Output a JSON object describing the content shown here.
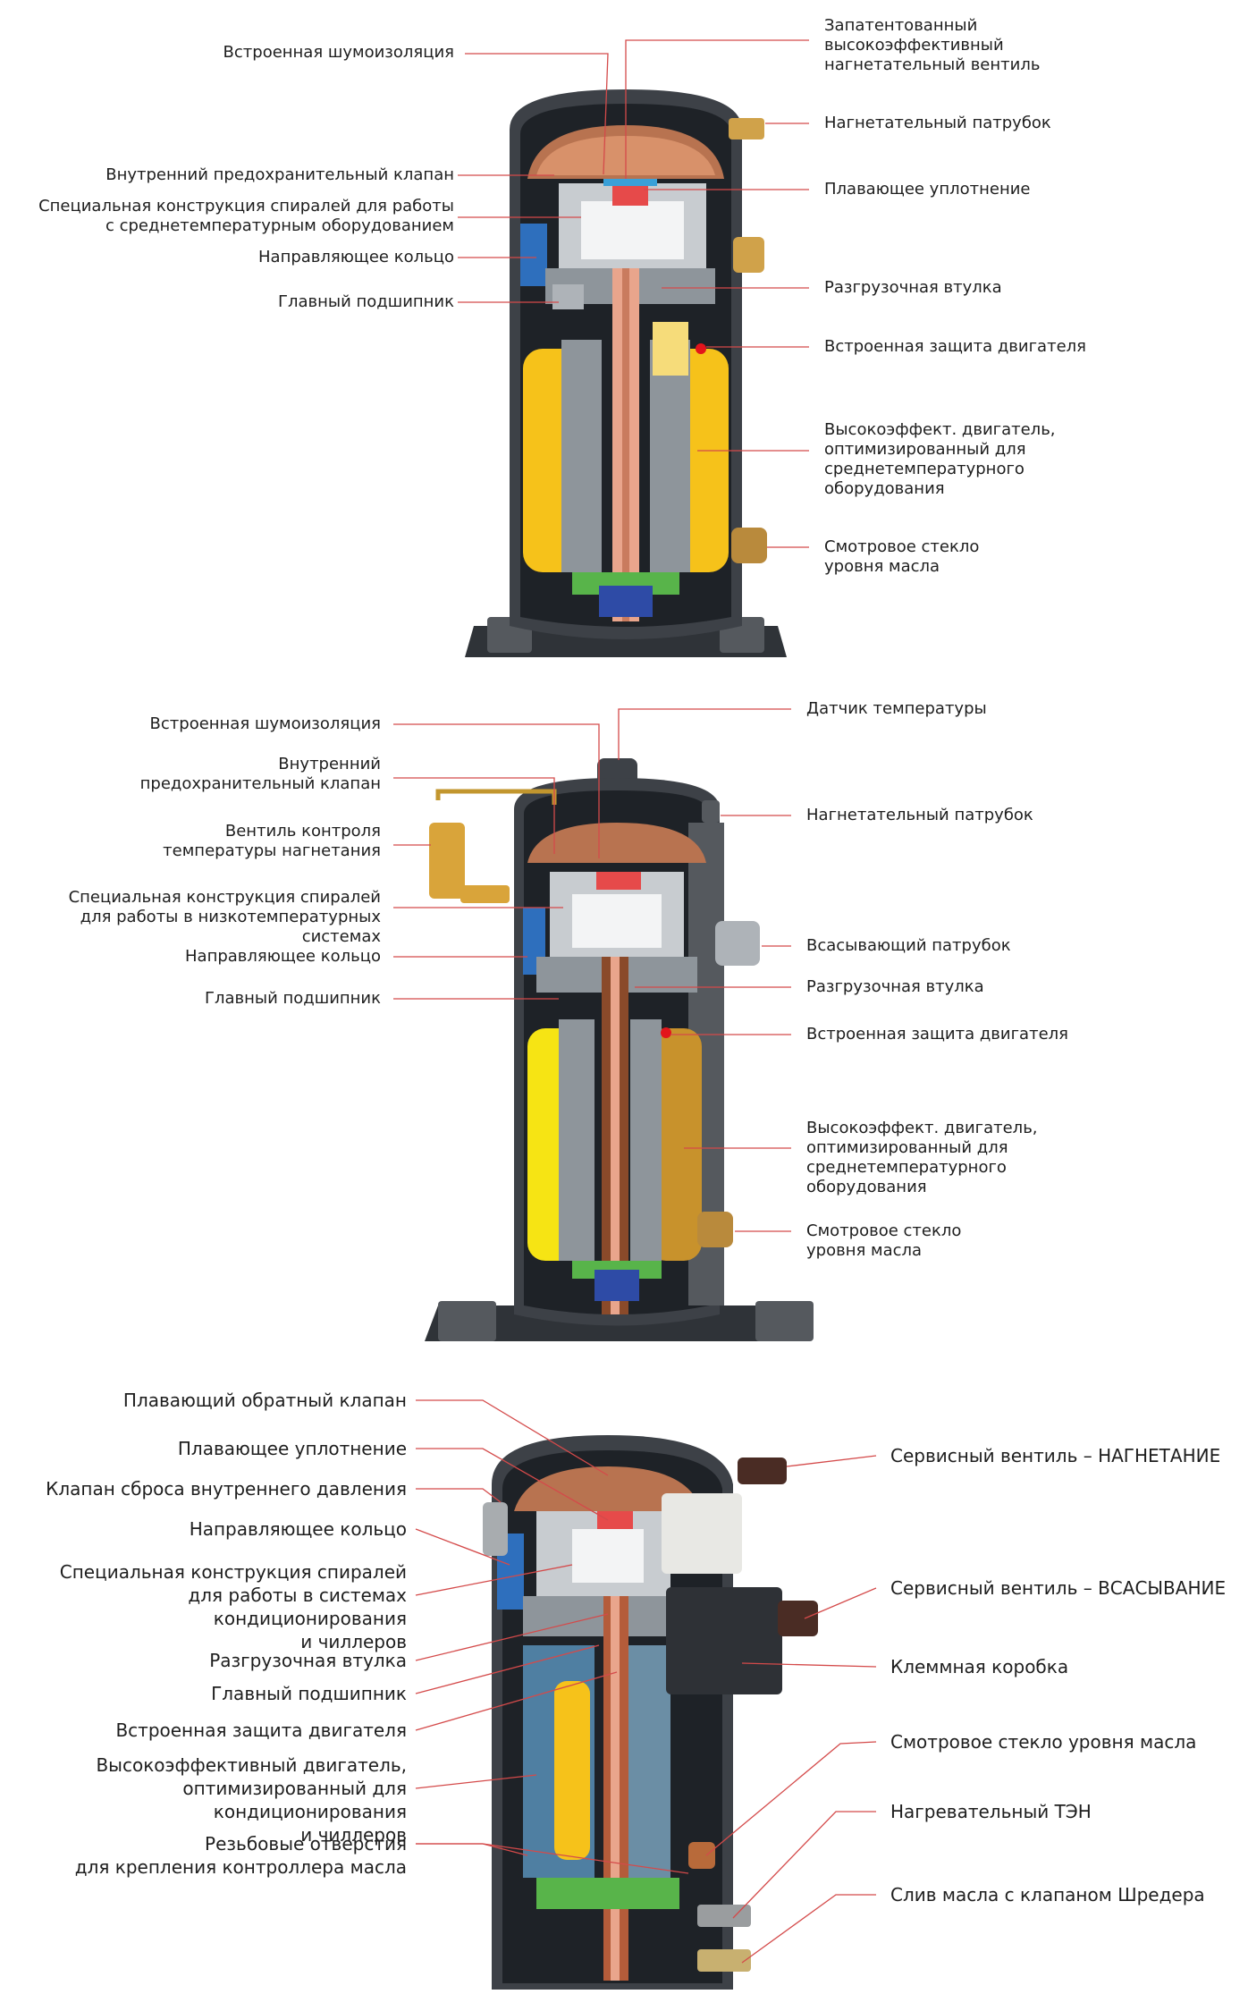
{
  "diagram1": {
    "labels_left": [
      "Встроенная шумоизоляция",
      "Внутренний предохранительный клапан",
      "Специальная конструкция спиралей для работы\nс среднетемпературным оборудованием",
      "Направляющее кольцо",
      "Главный подшипник"
    ],
    "labels_right": [
      "Запатентованный\nвысокоэффективный\nнагнетательный вентиль",
      "Нагнетательный патрубок",
      "Плавающее уплотнение",
      "Разгрузочная втулка",
      "Встроенная защита двигателя",
      "Высокоэффект. двигатель,\nоптимизированный для\nсреднетемпературного\nоборудования",
      "Смотровое стекло\nуровня масла"
    ]
  },
  "diagram2": {
    "labels_left": [
      "Встроенная шумоизоляция",
      "Внутренний\nпредохранительный клапан",
      "Вентиль контроля\nтемпературы нагнетания",
      "Специальная конструкция спиралей\nдля работы в низкотемпературных системах",
      "Направляющее кольцо",
      "Главный подшипник"
    ],
    "labels_right": [
      "Датчик температуры",
      "Нагнетательный патрубок",
      "Всасывающий патрубок",
      "Разгрузочная втулка",
      "Встроенная защита двигателя",
      "Высокоэффект. двигатель,\nоптимизированный для\nсреднетемпературного\nоборудования",
      "Смотровое стекло\nуровня масла"
    ]
  },
  "diagram3": {
    "labels_left": [
      "Плавающий обратный клапан",
      "Плавающее уплотнение",
      "Клапан сброса внутреннего давления",
      "Направляющее кольцо",
      "Специальная конструкция спиралей\nдля работы в системах кондиционирования\nи чиллеров",
      "Разгрузочная втулка",
      "Главный подшипник",
      "Встроенная защита двигателя",
      "Высокоэффективный двигатель,\nоптимизированный для кондиционирования\nи чиллеров",
      "Резьбовые отверстия\nдля крепления контроллера масла"
    ],
    "labels_right": [
      "Сервисный вентиль – НАГНЕТАНИЕ",
      "Сервисный вентиль – ВСАСЫВАНИЕ",
      "Клеммная коробка",
      "Смотровое стекло уровня масла",
      "Нагревательный ТЭН",
      "Слив масла с клапаном Шредера"
    ]
  },
  "colors": {
    "leader": "#d44a4a",
    "shell": "#3d4147",
    "motor": "#f6c21a",
    "shaft": "#e9a58c",
    "copper": "#b87350",
    "scroll": "#c8ccd0",
    "stator": "#8e959b"
  }
}
